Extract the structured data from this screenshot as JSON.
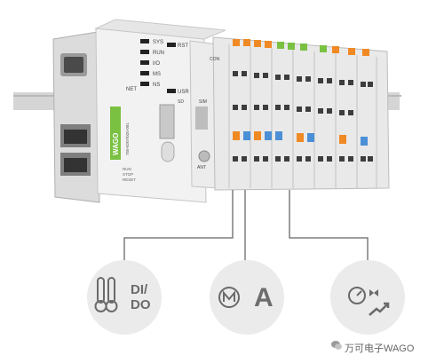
{
  "product": {
    "brand": "WAGO",
    "model_label": "750-8207/025-001",
    "status_leds_left": [
      "SYS",
      "RUN",
      "I/O",
      "MS",
      "NS"
    ],
    "status_leds_right": [
      "RST",
      "USR"
    ],
    "net_label": "NET",
    "sd_label": "SD",
    "sim_label": "SIM",
    "ant_label": "ANT",
    "switch_labels": [
      "RUN",
      "STOP",
      "RESET"
    ],
    "con_label": "CON"
  },
  "io_panels": [
    {
      "id": "digital-io",
      "label": "DI/DO",
      "icon": "thermometer-icon"
    },
    {
      "id": "analog-io",
      "label": "A",
      "icon": "motor-icon"
    },
    {
      "id": "special-io",
      "label": "",
      "icon": "gauge-valve-trend-icon"
    }
  ],
  "watermark": {
    "text": "万可电子WAGO",
    "icon": "wechat-icon"
  },
  "colors": {
    "circle_bg": "#ebebeb",
    "line": "#7d7d7d",
    "icon": "#6a6a6a",
    "accent_orange": "#f08a24",
    "accent_green": "#7ac142",
    "accent_blue": "#4b8fd6"
  }
}
